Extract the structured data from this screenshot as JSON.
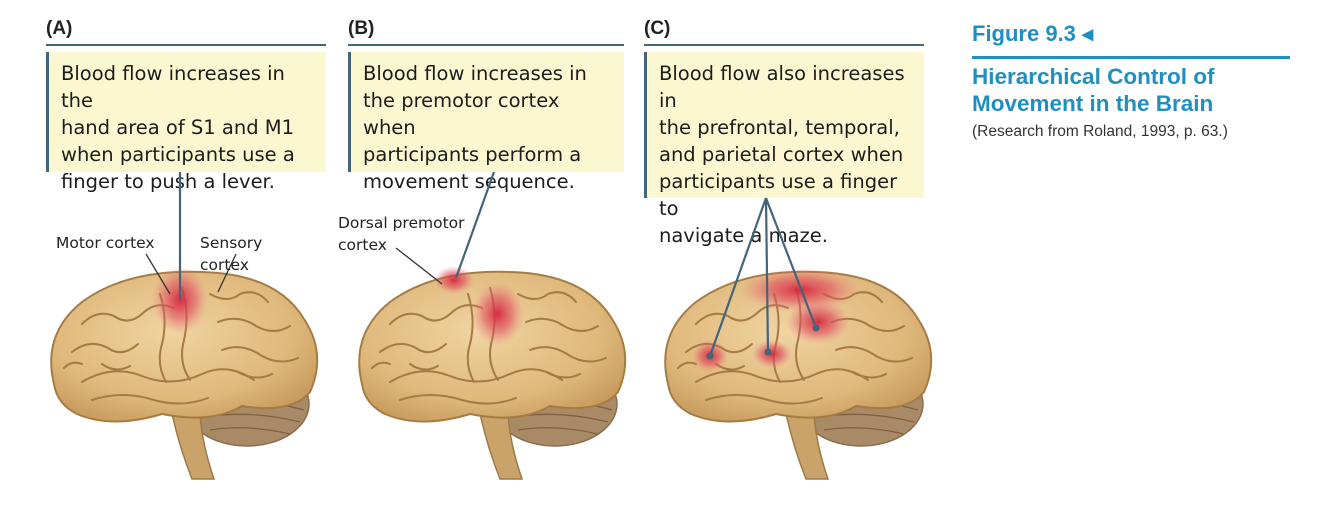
{
  "figure": {
    "number": "Figure 9.3 ◂",
    "heading": "Hierarchical Control of\nMovement in the Brain",
    "credit": "(Research from Roland, 1993, p. 63.)"
  },
  "panels": [
    {
      "letter": "(A)",
      "callout": "Blood flow increases in the\nhand area of S1 and M1\nwhen participants use a\nfinger to push a lever.",
      "labels": [
        "Motor cortex",
        "Sensory cortex"
      ]
    },
    {
      "letter": "(B)",
      "callout": "Blood flow increases in\nthe premotor cortex when\nparticipants perform a\nmovement sequence.",
      "labels": [
        "Dorsal premotor\ncortex"
      ]
    },
    {
      "letter": "(C)",
      "callout": "Blood flow also increases in\nthe prefrontal, temporal,\nand parietal cortex  when\nparticipants use a finger to\nnavigate a maze.",
      "labels": []
    }
  ],
  "colors": {
    "callout_bg": "#fbf7d0",
    "rule": "#44647a",
    "accent": "#1f8fbf",
    "brain": "#e2bf86",
    "activation": "#d8283f"
  }
}
